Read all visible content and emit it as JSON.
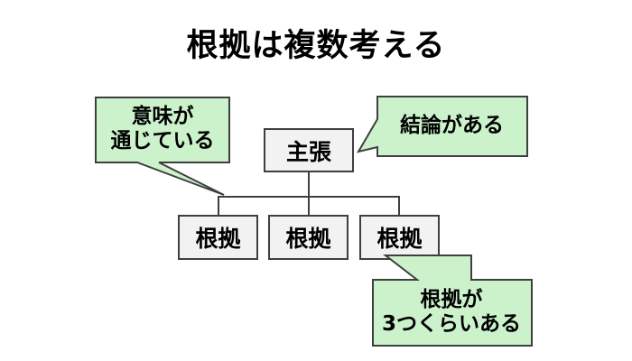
{
  "page": {
    "title": "根拠は複数考える",
    "background_color": "#ffffff"
  },
  "colors": {
    "node_fill": "#f2f2f2",
    "node_border": "#3f3f3f",
    "callout_fill": "#ccf2cc",
    "callout_border": "#3f3f3f",
    "text": "#000000"
  },
  "diagram": {
    "claim": {
      "label": "主張"
    },
    "evidence": [
      {
        "label": "根拠"
      },
      {
        "label": "根拠"
      },
      {
        "label": "根拠"
      }
    ]
  },
  "callouts": {
    "left": {
      "line1": "意味が",
      "line2": "通じている",
      "points_to": "evidence-connector"
    },
    "right": {
      "line1": "結論がある",
      "line2": "",
      "points_to": "claim"
    },
    "bottom": {
      "line1": "根拠が",
      "line2": "3つくらいある",
      "points_to": "evidence-3"
    }
  }
}
